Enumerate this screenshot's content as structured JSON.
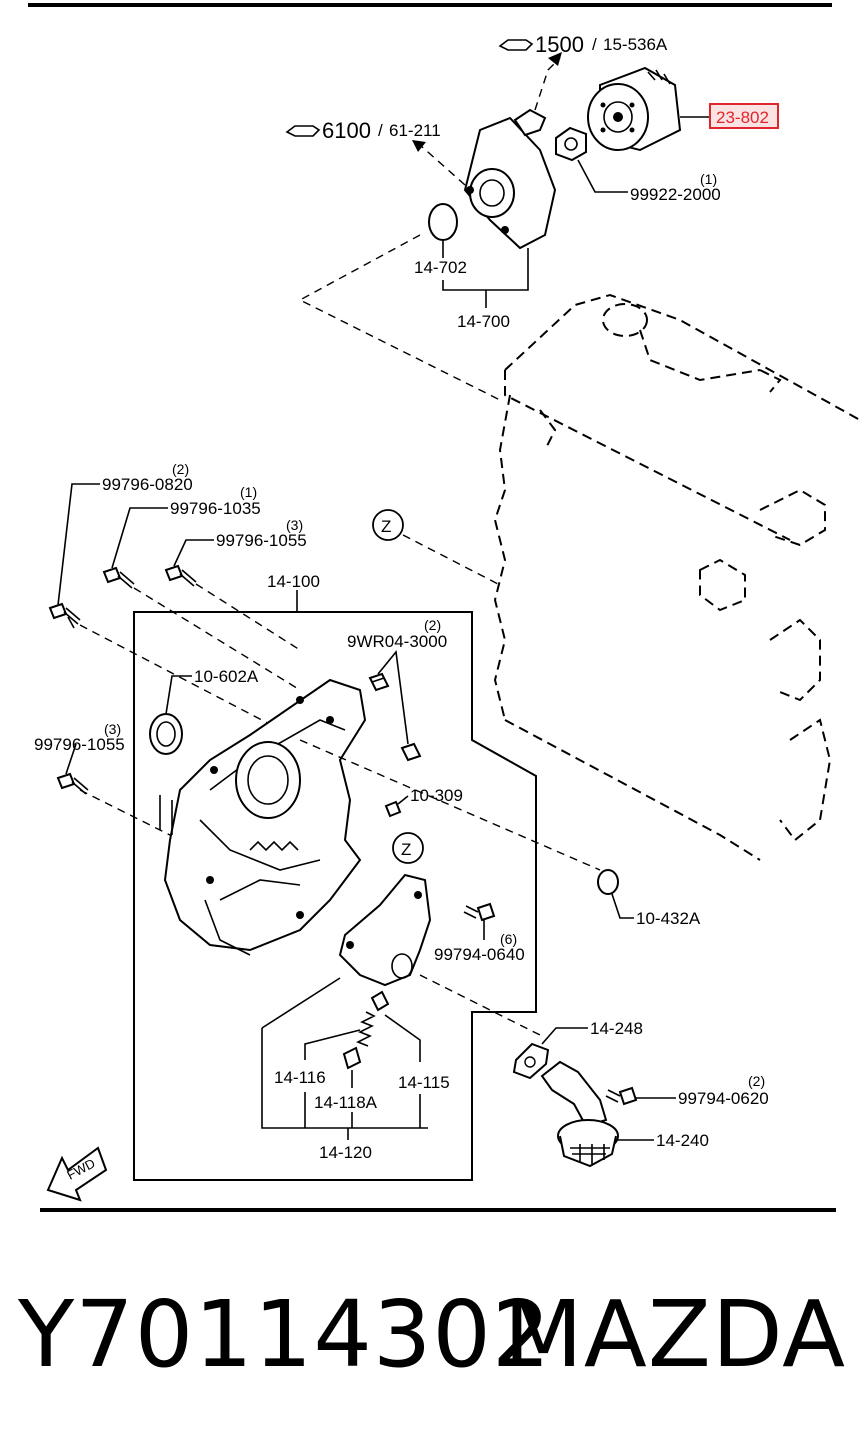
{
  "diagram": {
    "refs": [
      {
        "num": "1500",
        "page": "15-536A"
      },
      {
        "num": "6100",
        "page": "61-211"
      }
    ],
    "labels": {
      "filter": "23-802",
      "nut": "99922-2000",
      "nut_qty": "(1)",
      "oring_cooler": "14-702",
      "cooler": "14-700",
      "bolt_a": "99796-0820",
      "bolt_a_qty": "(2)",
      "bolt_b": "99796-1035",
      "bolt_b_qty": "(1)",
      "bolt_c": "99796-1055",
      "bolt_c_qty": "(3)",
      "pump": "14-100",
      "dowel": "9WR04-3000",
      "dowel_qty": "(2)",
      "seal": "10-602A",
      "bolt_d": "99796-1055",
      "bolt_d_qty": "(3)",
      "pin": "10-309",
      "oring_block": "10-432A",
      "bolt_e": "99794-0640",
      "bolt_e_qty": "(6)",
      "gasket": "14-248",
      "bolt_f": "99794-0620",
      "bolt_f_qty": "(2)",
      "strainer": "14-240",
      "spring": "14-116",
      "plug": "14-115",
      "valve": "14-118A",
      "relief": "14-120",
      "zone_a": "Z",
      "zone_b": "Z",
      "fwd": "FWD"
    },
    "highlight_color": "#e0262b"
  },
  "caption": {
    "part_number": "Y70114302",
    "brand": "MAZDA"
  }
}
